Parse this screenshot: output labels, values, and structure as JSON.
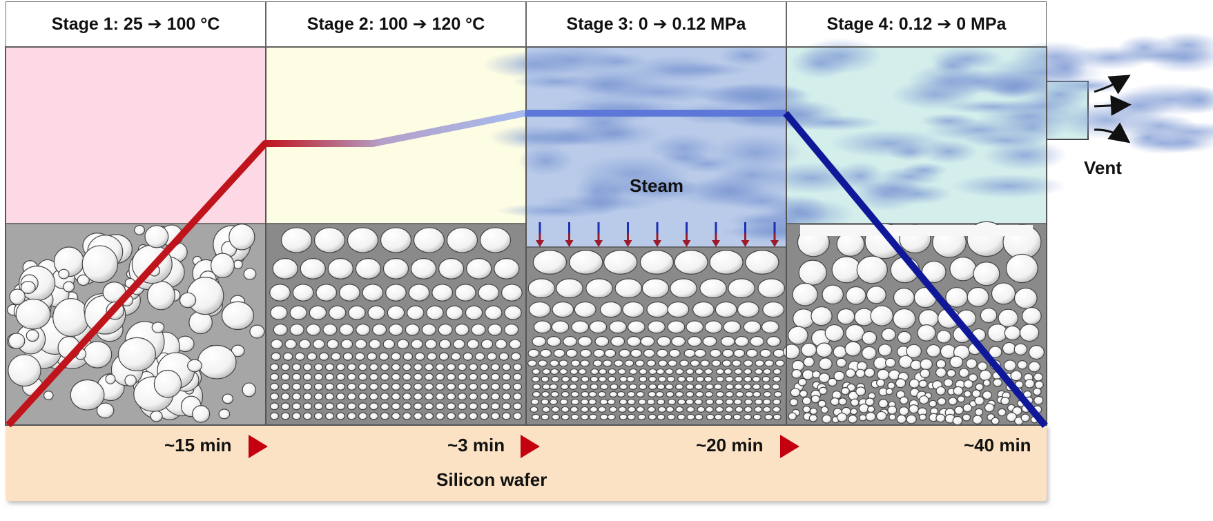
{
  "stages": [
    {
      "label": "Stage 1: 25 ➔ 100 °C",
      "color": "#f18aa6",
      "body_color": "#fdd9e5"
    },
    {
      "label": "Stage 2: 100 ➔ 120 °C",
      "color": "#f7fcc4",
      "body_color": "#fdfde3"
    },
    {
      "label": "Stage 3: 0 ➔ 0.12 MPa",
      "color": "#9ad7b0",
      "body_color": "#b9cbe9"
    },
    {
      "label": "Stage 4: 0.12 ➔ 0 MPa",
      "color": "#57c0a8",
      "body_color": "#d4eeec"
    }
  ],
  "times": [
    "~15 min",
    "~3 min",
    "~20 min",
    "~40 min"
  ],
  "labels": {
    "steam": "Steam",
    "vent": "Vent",
    "substrate": "Silicon wafer"
  },
  "colors": {
    "heating_line": "#c0141c",
    "steam_line": "#10189a",
    "wafer": "#fce2c4",
    "film": "#9a9a9a"
  }
}
